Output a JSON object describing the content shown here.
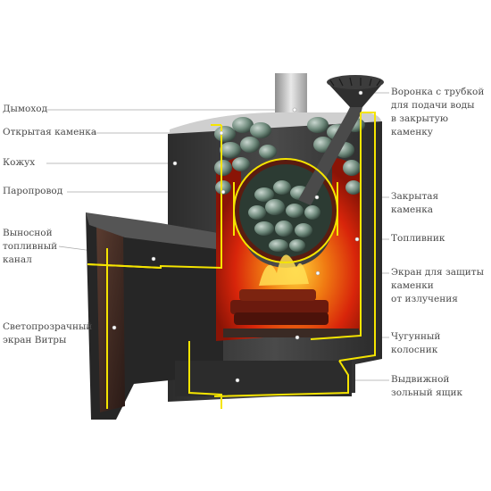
{
  "labels_left": [
    {
      "id": "chimney",
      "text": "Дымоход"
    },
    {
      "id": "open-heater",
      "text": "Открытая каменка"
    },
    {
      "id": "casing",
      "text": "Кожух"
    },
    {
      "id": "steam-pipe",
      "text": "Паропровод"
    },
    {
      "id": "remote-fuel-channel",
      "text": "Выносной\nтопливный\nканал"
    },
    {
      "id": "vitra-screen",
      "text": "Светопрозрачный\nэкран Витры"
    }
  ],
  "labels_right": [
    {
      "id": "funnel",
      "text": "Воронка с трубкой\nдля подачи воды\nв закрытую\nкаменку"
    },
    {
      "id": "closed-heater",
      "text": "Закрытая\nкаменка"
    },
    {
      "id": "firebox",
      "text": "Топливник"
    },
    {
      "id": "radiation-screen",
      "text": "Экран для защиты\nкаменки\nот излучения"
    },
    {
      "id": "grate",
      "text": "Чугунный\nколосник"
    },
    {
      "id": "ash-drawer",
      "text": "Выдвижной\nзольный ящик"
    }
  ],
  "colors": {
    "outline": "#f5e400",
    "leader": "#9a9a9a",
    "text": "#4a4a4a",
    "steel": "#3a3a3a",
    "fire": "#e8300c"
  }
}
